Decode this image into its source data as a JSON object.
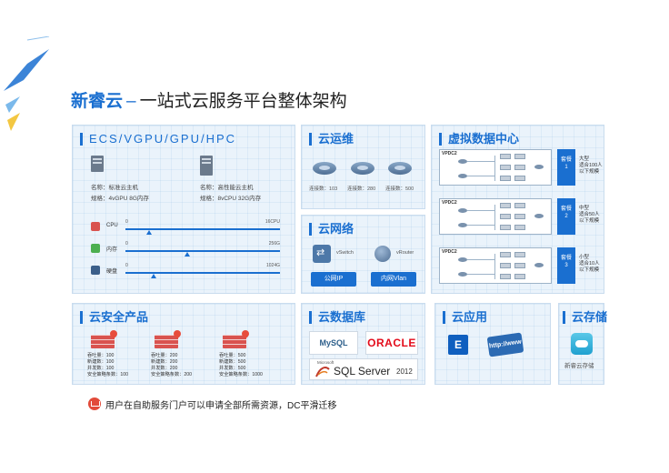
{
  "header": {
    "brand": "新睿云",
    "separator": "–",
    "subtitle": "一站式云服务平台整体架构"
  },
  "ecs": {
    "title": "ECS/VGPU/GPU/HPC",
    "server1": {
      "name": "名称：标准云主机",
      "spec": "规格：4vGPU 8G内存"
    },
    "server2": {
      "name": "名称：高性能云主机",
      "spec": "规格：8vCPU 32G内存"
    },
    "resources": [
      {
        "label": "CPU",
        "min": "0",
        "max": "16CPU",
        "level": 0.15
      },
      {
        "label": "内存",
        "min": "0",
        "max": "256G",
        "level": 0.4
      },
      {
        "label": "硬盘",
        "min": "0",
        "max": "1024G",
        "level": 0.18
      }
    ]
  },
  "ops": {
    "title": "云运维",
    "items": [
      "连接数：103",
      "连接数：280",
      "连接数：500"
    ]
  },
  "network": {
    "title": "云网络",
    "vswitch": "vSwitch",
    "vrouter": "vRouter",
    "public_ip": "公网IP",
    "vlan": "内网Vlan"
  },
  "vdc": {
    "title": "虚拟数据中心",
    "diag_label": "VPDC2",
    "packages": [
      {
        "tag_line1": "套餐",
        "tag_line2": "1",
        "desc1": "大型",
        "desc2": "适合100人",
        "desc3": "以下规模"
      },
      {
        "tag_line1": "套餐",
        "tag_line2": "2",
        "desc1": "中型",
        "desc2": "适合50人",
        "desc3": "以下规模"
      },
      {
        "tag_line1": "套餐",
        "tag_line2": "3",
        "desc1": "小型",
        "desc2": "适合10人",
        "desc3": "以下规模"
      }
    ]
  },
  "security": {
    "title": "云安全产品",
    "items": [
      {
        "l1": "吞吐量：100",
        "l2": "新建数：100",
        "l3": "并发数：100",
        "l4": "安全策略条数：100"
      },
      {
        "l1": "吞吐量：200",
        "l2": "新建数：200",
        "l3": "并发数：200",
        "l4": "安全策略条数：200"
      },
      {
        "l1": "吞吐量：500",
        "l2": "新建数：500",
        "l3": "并发数：500",
        "l4": "安全策略条数：1000"
      }
    ]
  },
  "database": {
    "title": "云数据库",
    "mysql": "MySQL",
    "oracle": "ORACLE",
    "sqlserver_small": "Microsoft",
    "sqlserver_main": "SQL Server",
    "sqlserver_year": "2012"
  },
  "apps": {
    "title": "云应用",
    "exchange": "E",
    "http": "http://www"
  },
  "storage": {
    "title": "云存储",
    "label": "新睿云存储"
  },
  "footer": {
    "text": "用户在自助服务门户可以申请全部所需资源，DC平滑迁移"
  },
  "colors": {
    "accent": "#1a6fd0",
    "panel_bg": "#eaf3fb",
    "security_red": "#d9534f"
  }
}
